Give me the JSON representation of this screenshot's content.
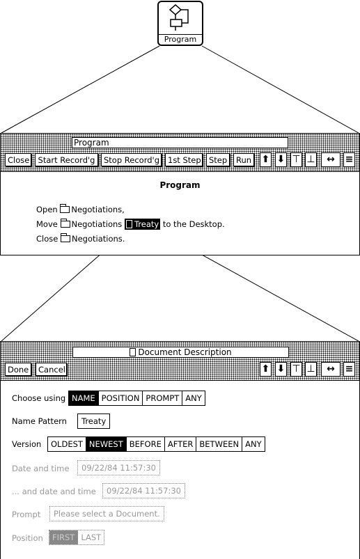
{
  "icon": {
    "label": "Program"
  },
  "program_window": {
    "title": "Program",
    "buttons": [
      "Close",
      "Start Record'g",
      "Stop Record'g",
      "1st Step",
      "Step",
      "Run"
    ],
    "heading": "Program",
    "lines": {
      "open_verb": "Open",
      "open_obj": "Negotiations",
      "open_end": ",",
      "move_verb": "Move",
      "move_obj1": "Negotiations",
      "move_obj2": "Treaty",
      "move_end": "to the Desktop.",
      "close_verb": "Close",
      "close_obj": "Negotiations",
      "close_end": "."
    }
  },
  "desc_window": {
    "title": "Document Description",
    "buttons": [
      "Done",
      "Cancel"
    ],
    "choose_using": {
      "label": "Choose using",
      "options": [
        "NAME",
        "POSITION",
        "PROMPT",
        "ANY"
      ],
      "selected": "NAME"
    },
    "name_pattern": {
      "label": "Name Pattern",
      "value": "Treaty"
    },
    "version": {
      "label": "Version",
      "options": [
        "OLDEST",
        "NEWEST",
        "BEFORE",
        "AFTER",
        "BETWEEN",
        "ANY"
      ],
      "selected": "NEWEST"
    },
    "date_time": {
      "label": "Date and time",
      "value": "09/22/84 11:57:30"
    },
    "and_date_time": {
      "label": "... and date and time",
      "value": "09/22/84 11:57:30"
    },
    "prompt": {
      "label": "Prompt",
      "value": "Please select a Document."
    },
    "position": {
      "label": "Position",
      "options": [
        "FIRST",
        "LAST"
      ],
      "selected": "FIRST"
    }
  }
}
